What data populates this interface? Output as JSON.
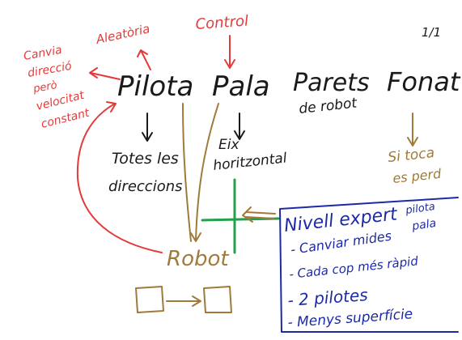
{
  "page_number": "1/1",
  "colors": {
    "ink_black": "#1a1a1a",
    "ink_red": "#e53a3a",
    "ink_brown": "#a07a3a",
    "ink_blue": "#1c2aa8",
    "ink_green": "#22a04a"
  },
  "headings": {
    "pilota": "Pilota",
    "pala": "Pala",
    "parets": "Parets",
    "parets_sub": "de robot",
    "fonat": "Fonat"
  },
  "pilota_note": {
    "line1": "Totes les",
    "line2": "direccions"
  },
  "pala_note": {
    "line1": "Eix",
    "line2": "horitzontal"
  },
  "fonat_note": {
    "line1": "Si toca",
    "line2": "es perd"
  },
  "red_notes": {
    "aleatoria": "Aleatòria",
    "control": "Control",
    "canvia_1": "Canvia",
    "canvia_2": "direcció",
    "canvia_3": "però",
    "canvia_4": "velocitat",
    "canvia_5": "constant"
  },
  "robot_label": "Robot",
  "expert_box": {
    "title": "Nivell expert",
    "title_extra": "pilota",
    "title_extra2": "pala",
    "items": [
      "- Canviar mides",
      "- Cada cop més ràpid",
      "- 2 pilotes",
      "- Menys superfície"
    ]
  }
}
